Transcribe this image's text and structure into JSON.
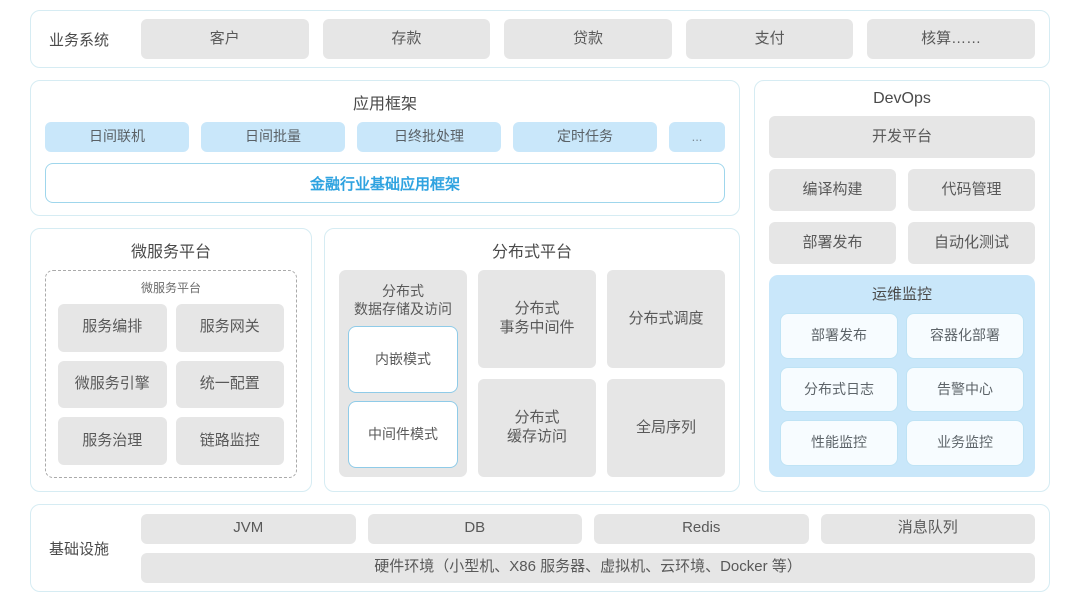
{
  "business_systems": {
    "label": "业务系统",
    "items": [
      "客户",
      "存款",
      "贷款",
      "支付",
      "核算……"
    ]
  },
  "app_framework": {
    "title": "应用框架",
    "items": [
      "日间联机",
      "日间批量",
      "日终批处理",
      "定时任务",
      "..."
    ],
    "foundation_bar": "金融行业基础应用框架",
    "accent_color": "#2fa3e0"
  },
  "microservice_platform": {
    "title": "微服务平台",
    "inner_title": "微服务平台",
    "items": [
      "服务编排",
      "服务网关",
      "微服务引擎",
      "统一配置",
      "服务治理",
      "链路监控"
    ]
  },
  "distributed_platform": {
    "title": "分布式平台",
    "storage_column": {
      "title": "分布式\n数据存储及访问",
      "title_line1": "分布式",
      "title_line2": "数据存储及访问",
      "modes": [
        "内嵌模式",
        "中间件模式"
      ]
    },
    "items": [
      {
        "line1": "分布式",
        "line2": "事务中间件"
      },
      {
        "line1": "分布式调度",
        "line2": ""
      },
      {
        "line1": "分布式",
        "line2": "缓存访问"
      },
      {
        "line1": "全局序列",
        "line2": ""
      }
    ]
  },
  "devops": {
    "title": "DevOps",
    "platform": "开发平台",
    "row1": [
      "编译构建",
      "代码管理"
    ],
    "row2": [
      "部署发布",
      "自动化测试"
    ],
    "ops_monitoring": {
      "title": "运维监控",
      "items": [
        "部署发布",
        "容器化部署",
        "分布式日志",
        "告警中心",
        "性能监控",
        "业务监控"
      ],
      "background_color": "#c9e7fa"
    }
  },
  "infrastructure": {
    "label": "基础设施",
    "items": [
      "JVM",
      "DB",
      "Redis",
      "消息队列"
    ],
    "hardware": "硬件环境（小型机、X86 服务器、虚拟机、云环境、Docker 等）"
  },
  "colors": {
    "panel_border": "#d6ecf3",
    "chip_gray": "#e6e6e6",
    "chip_blue": "#c9e7fa",
    "outline_blue": "#8fcbe8",
    "text": "#4a4a4a"
  }
}
